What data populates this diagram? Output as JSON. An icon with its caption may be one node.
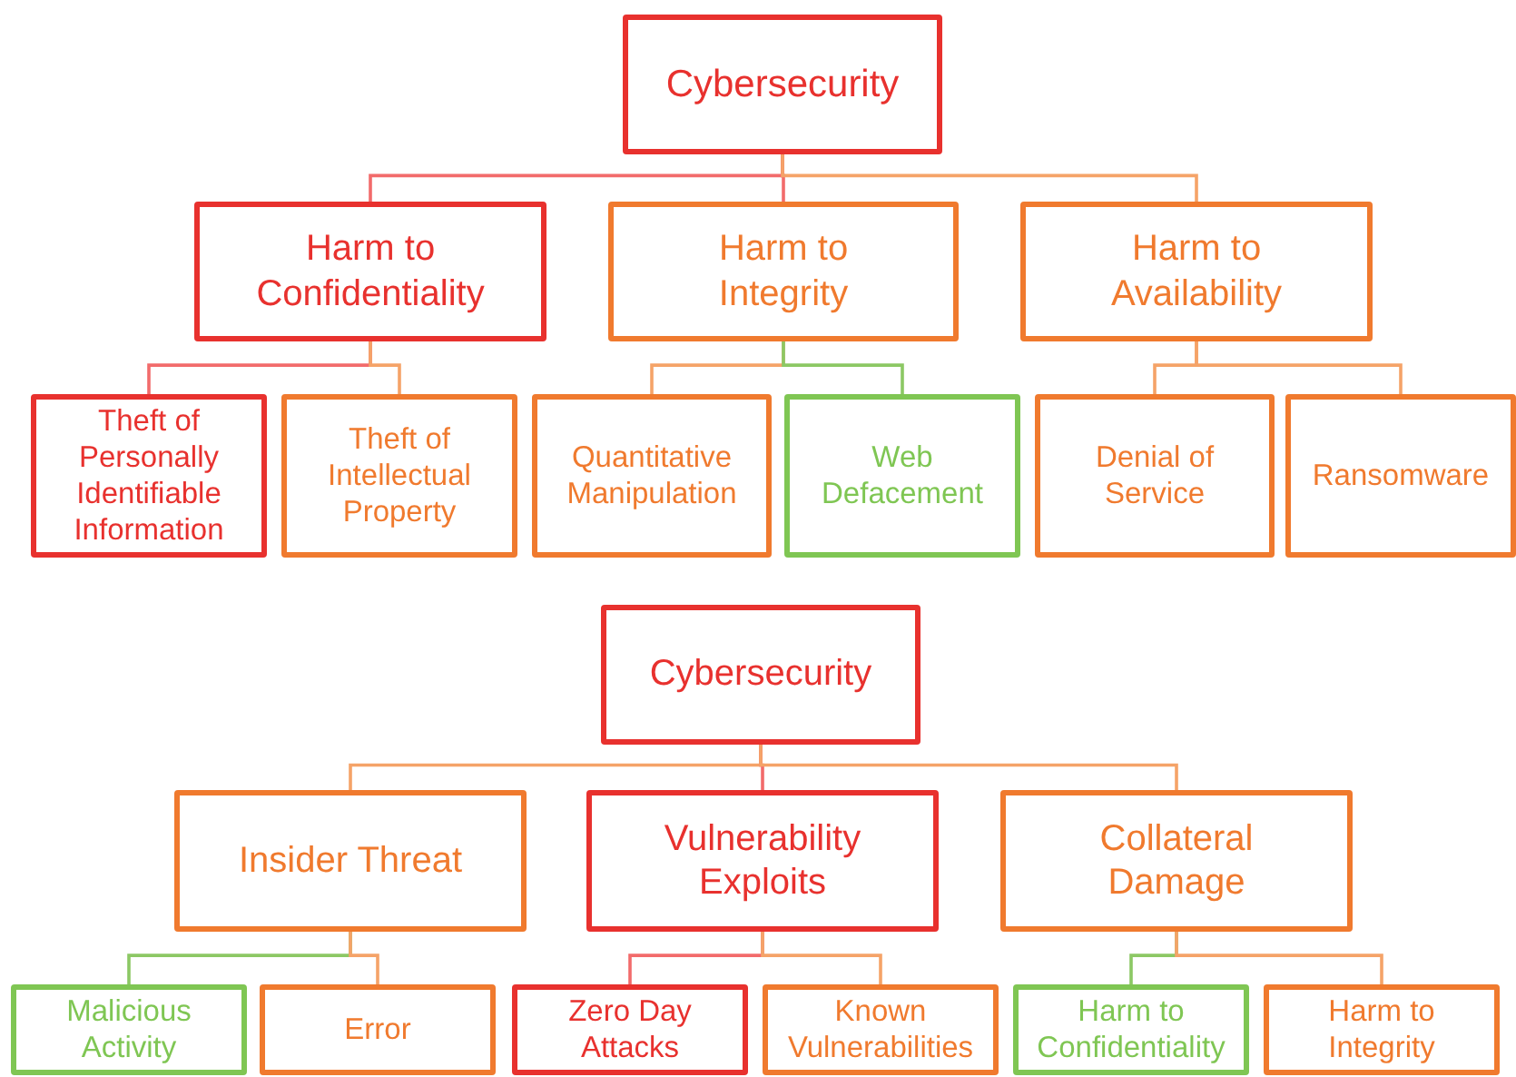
{
  "diagram": {
    "nodes": [
      {
        "text": [
          "Cybersecurity"
        ]
      },
      {
        "text": [
          "Harm to Confidentiality"
        ]
      },
      {
        "text": [
          "Harm to Integrity"
        ]
      },
      {
        "text": [
          "Harm to Availability"
        ]
      },
      {
        "text": [
          "Theft of Personally Identifiable Information"
        ]
      },
      {
        "text": [
          "Theft of Intellectual Property"
        ]
      },
      {
        "text": [
          "Quantitative Manipulation"
        ]
      },
      {
        "text": [
          "Web Defacement"
        ]
      },
      {
        "text": [
          "Denial of Service"
        ]
      },
      {
        "text": [
          "Ransomware"
        ]
      },
      {
        "text": [
          "Cybersecurity"
        ]
      },
      {
        "text": [
          "Insider Threat"
        ]
      },
      {
        "text": [
          "Vulnerability Exploits"
        ]
      },
      {
        "text": [
          "Collateral Damage"
        ]
      },
      {
        "text": [
          "Malicious Activity"
        ]
      },
      {
        "text": [
          "Error"
        ]
      },
      {
        "text": [
          "Zero Day Attacks"
        ]
      },
      {
        "text": [
          "Known Vulnerabilities"
        ]
      },
      {
        "text": [
          "Harm to Confidentiality"
        ]
      },
      {
        "text": [
          "Harm to Integrity"
        ]
      }
    ],
    "edges": [
      {
        "from": 0,
        "to": 1,
        "arrow": "none",
        "color": "#f26b6b"
      },
      {
        "from": 0,
        "to": 2,
        "arrow": "none",
        "color": "#f26b6b"
      },
      {
        "from": 0,
        "to": 3,
        "arrow": "none"
      },
      {
        "from": 1,
        "to": 4,
        "arrow": "none",
        "color": "#f26b6b"
      },
      {
        "from": 1,
        "to": 5,
        "arrow": "none"
      },
      {
        "from": 2,
        "to": 6,
        "arrow": "none"
      },
      {
        "from": 2,
        "to": 7,
        "arrow": "none",
        "color": "#8cc864"
      },
      {
        "from": 3,
        "to": 8,
        "arrow": "none"
      },
      {
        "from": 3,
        "to": 9,
        "arrow": "none"
      },
      {
        "from": 10,
        "to": 11,
        "arrow": "none"
      },
      {
        "from": 10,
        "to": 12,
        "arrow": "none",
        "color": "#f26b6b"
      },
      {
        "from": 10,
        "to": 13,
        "arrow": "none"
      },
      {
        "from": 11,
        "to": 14,
        "arrow": "none",
        "color": "#8cc864"
      },
      {
        "from": 11,
        "to": 15,
        "arrow": "none"
      },
      {
        "from": 12,
        "to": 16,
        "arrow": "none",
        "color": "#f26b6b"
      },
      {
        "from": 12,
        "to": 17,
        "arrow": "none"
      },
      {
        "from": 13,
        "to": 18,
        "arrow": "none",
        "color": "#8cc864"
      },
      {
        "from": 13,
        "to": 19,
        "arrow": "none"
      }
    ]
  }
}
